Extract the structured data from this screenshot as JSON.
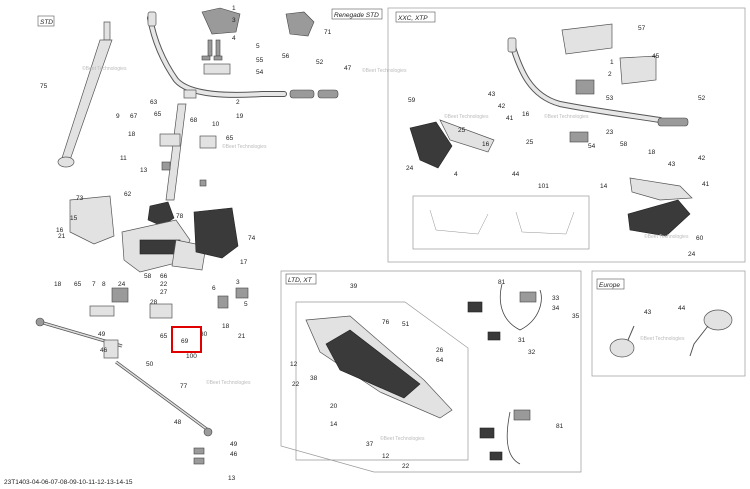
{
  "sections": {
    "std": "STD",
    "renegade_std": "Renegade STD",
    "xxc_xtp": "XXC, XTP",
    "ltd_xt": "LTD, XT",
    "europe": "Europe"
  },
  "diagram_code": "23T1403-04-06-07-08-09-10-11-12-13-14-15",
  "watermark": "©Beet Technologies",
  "highlight_label": "69",
  "callouts": [
    {
      "id": "c75a",
      "text": "75"
    },
    {
      "id": "c1a",
      "text": "1"
    },
    {
      "id": "c3a",
      "text": "3"
    },
    {
      "id": "c4a",
      "text": "4"
    },
    {
      "id": "c5a",
      "text": "5"
    },
    {
      "id": "c55a",
      "text": "55"
    },
    {
      "id": "c54a",
      "text": "54"
    },
    {
      "id": "c56a",
      "text": "56"
    },
    {
      "id": "c52a",
      "text": "52"
    },
    {
      "id": "c47a",
      "text": "47"
    },
    {
      "id": "c71a",
      "text": "71"
    },
    {
      "id": "c63a",
      "text": "63"
    },
    {
      "id": "c2a",
      "text": "2"
    },
    {
      "id": "c19a",
      "text": "19"
    },
    {
      "id": "c9a",
      "text": "9"
    },
    {
      "id": "c67a",
      "text": "67"
    },
    {
      "id": "c65a",
      "text": "65"
    },
    {
      "id": "c68a",
      "text": "68"
    },
    {
      "id": "c10a",
      "text": "10"
    },
    {
      "id": "c18a",
      "text": "18"
    },
    {
      "id": "c65b",
      "text": "65"
    },
    {
      "id": "c11a",
      "text": "11"
    },
    {
      "id": "c13a",
      "text": "13"
    },
    {
      "id": "c62a",
      "text": "62"
    },
    {
      "id": "c73a",
      "text": "73"
    },
    {
      "id": "c78a",
      "text": "78"
    },
    {
      "id": "c15a",
      "text": "15"
    },
    {
      "id": "c16a",
      "text": "16"
    },
    {
      "id": "c21a",
      "text": "21"
    },
    {
      "id": "c74a",
      "text": "74"
    },
    {
      "id": "c17a",
      "text": "17"
    },
    {
      "id": "c58a",
      "text": "58"
    },
    {
      "id": "c18b",
      "text": "18"
    },
    {
      "id": "c65c",
      "text": "65"
    },
    {
      "id": "c7a",
      "text": "7"
    },
    {
      "id": "c8a",
      "text": "8"
    },
    {
      "id": "c24a",
      "text": "24"
    },
    {
      "id": "c66a",
      "text": "66"
    },
    {
      "id": "c22a",
      "text": "22"
    },
    {
      "id": "c27a",
      "text": "27"
    },
    {
      "id": "c28a",
      "text": "28"
    },
    {
      "id": "c6a",
      "text": "6"
    },
    {
      "id": "c3b",
      "text": "3"
    },
    {
      "id": "c5b",
      "text": "5"
    },
    {
      "id": "c21b",
      "text": "21"
    },
    {
      "id": "c18c",
      "text": "18"
    },
    {
      "id": "c30a",
      "text": "30"
    },
    {
      "id": "c65d",
      "text": "65"
    },
    {
      "id": "c49a",
      "text": "49"
    },
    {
      "id": "c46a",
      "text": "46"
    },
    {
      "id": "c100a",
      "text": "100"
    },
    {
      "id": "c50a",
      "text": "50"
    },
    {
      "id": "c77a",
      "text": "77"
    },
    {
      "id": "c48a",
      "text": "48"
    },
    {
      "id": "c49b",
      "text": "49"
    },
    {
      "id": "c46b",
      "text": "46"
    },
    {
      "id": "c13b",
      "text": "13"
    },
    {
      "id": "c57a",
      "text": "57"
    },
    {
      "id": "c45a",
      "text": "45"
    },
    {
      "id": "c1b",
      "text": "1"
    },
    {
      "id": "c2b",
      "text": "2"
    },
    {
      "id": "c53a",
      "text": "53"
    },
    {
      "id": "c52b",
      "text": "52"
    },
    {
      "id": "c59a",
      "text": "59"
    },
    {
      "id": "c43a",
      "text": "43"
    },
    {
      "id": "c42a",
      "text": "42"
    },
    {
      "id": "c41a",
      "text": "41"
    },
    {
      "id": "c16b",
      "text": "16"
    },
    {
      "id": "c25a",
      "text": "25"
    },
    {
      "id": "c25b",
      "text": "25"
    },
    {
      "id": "c16c",
      "text": "16"
    },
    {
      "id": "c54b",
      "text": "54"
    },
    {
      "id": "c23a",
      "text": "23"
    },
    {
      "id": "c24b",
      "text": "24"
    },
    {
      "id": "c4b",
      "text": "4"
    },
    {
      "id": "c44a",
      "text": "44"
    },
    {
      "id": "c18d",
      "text": "18"
    },
    {
      "id": "c58b",
      "text": "58"
    },
    {
      "id": "c42b",
      "text": "42"
    },
    {
      "id": "c43b",
      "text": "43"
    },
    {
      "id": "c41b",
      "text": "41"
    },
    {
      "id": "c14a",
      "text": "14"
    },
    {
      "id": "c101a",
      "text": "101"
    },
    {
      "id": "c60a",
      "text": "60"
    },
    {
      "id": "c24c",
      "text": "24"
    },
    {
      "id": "c39a",
      "text": "39"
    },
    {
      "id": "c76a",
      "text": "76"
    },
    {
      "id": "c51a",
      "text": "51"
    },
    {
      "id": "c26a",
      "text": "26"
    },
    {
      "id": "c64a",
      "text": "64"
    },
    {
      "id": "c12a",
      "text": "12"
    },
    {
      "id": "c22b",
      "text": "22"
    },
    {
      "id": "c38a",
      "text": "38"
    },
    {
      "id": "c20a",
      "text": "20"
    },
    {
      "id": "c14b",
      "text": "14"
    },
    {
      "id": "c37a",
      "text": "37"
    },
    {
      "id": "c12b",
      "text": "12"
    },
    {
      "id": "c22c",
      "text": "22"
    },
    {
      "id": "c81a",
      "text": "81"
    },
    {
      "id": "c33a",
      "text": "33"
    },
    {
      "id": "c34a",
      "text": "34"
    },
    {
      "id": "c35a",
      "text": "35"
    },
    {
      "id": "c31a",
      "text": "31"
    },
    {
      "id": "c32a",
      "text": "32"
    },
    {
      "id": "c81b",
      "text": "81"
    },
    {
      "id": "c43c",
      "text": "43"
    },
    {
      "id": "c44b",
      "text": "44"
    }
  ]
}
